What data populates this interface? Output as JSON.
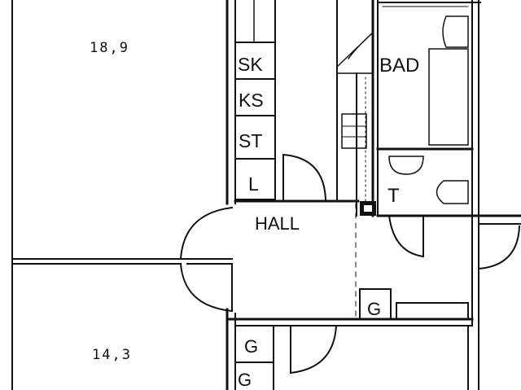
{
  "floorplan": {
    "areas": {
      "top_left": "18,9",
      "bottom_left": "14,3"
    },
    "rooms": {
      "bathroom": "BAD",
      "hall": "HALL",
      "toilet": "T"
    },
    "closets": {
      "sk": "SK",
      "ks": "KS",
      "st": "ST",
      "l": "L",
      "g_hall": "G",
      "g_upper": "G",
      "g_lower": "G"
    }
  }
}
